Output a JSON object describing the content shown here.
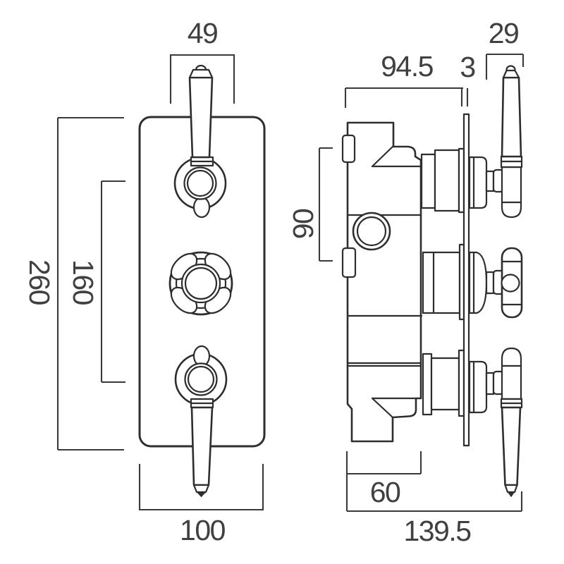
{
  "drawing": {
    "kind": "technical dimension drawing",
    "subject": "triple concealed thermostatic shower valve, front and side views",
    "units": "mm"
  },
  "dimensions": {
    "front": {
      "handle_width": "49",
      "plate_height": "260",
      "handle_pitch": "160",
      "plate_width": "100"
    },
    "side": {
      "body_depth_to_plate": "94.5",
      "plate_thickness": "3",
      "handle_width": "29",
      "port_pitch": "90",
      "body_depth": "60",
      "overall_depth": "139.5"
    }
  },
  "colors": {
    "line": "#2e2e2e",
    "text": "#404040",
    "background": "#ffffff"
  }
}
